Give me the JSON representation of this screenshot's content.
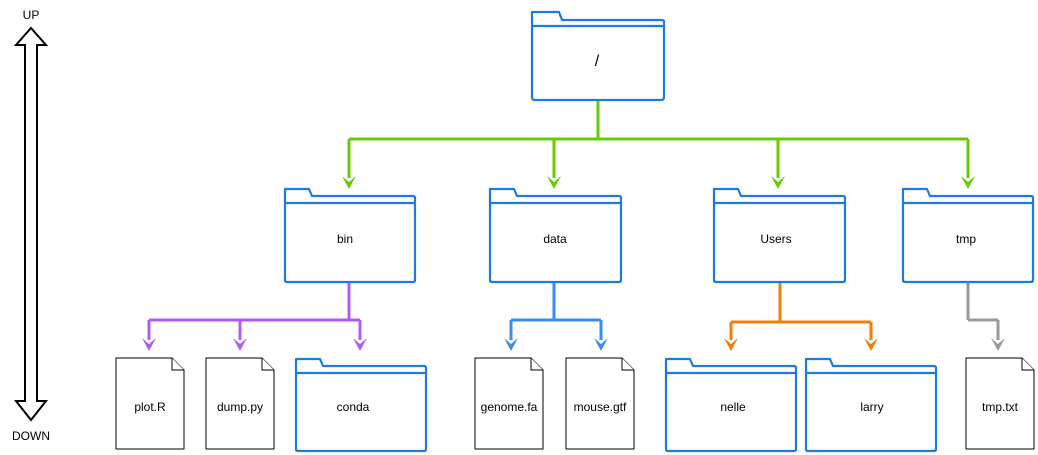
{
  "axis": {
    "up_label": "UP",
    "down_label": "DOWN"
  },
  "colors": {
    "folder": "#1f7ae0",
    "bin_branch": "#b05cf0",
    "data_branch": "#3a8ee6",
    "users_branch": "#f07f0a",
    "tmp_branch": "#999999",
    "root_branch": "#66cc00"
  },
  "tree": {
    "root": {
      "label": "/",
      "icon": "folder-icon"
    },
    "level1": [
      {
        "label": "bin",
        "icon": "folder-icon"
      },
      {
        "label": "data",
        "icon": "folder-icon"
      },
      {
        "label": "Users",
        "icon": "folder-icon"
      },
      {
        "label": "tmp",
        "icon": "folder-icon"
      }
    ],
    "level2": {
      "bin": [
        {
          "label": "plot.R",
          "icon": "file-icon"
        },
        {
          "label": "dump.py",
          "icon": "file-icon"
        },
        {
          "label": "conda",
          "icon": "folder-icon"
        }
      ],
      "data": [
        {
          "label": "genome.fa",
          "icon": "file-icon"
        },
        {
          "label": "mouse.gtf",
          "icon": "file-icon"
        }
      ],
      "Users": [
        {
          "label": "nelle",
          "icon": "folder-icon"
        },
        {
          "label": "larry",
          "icon": "folder-icon"
        }
      ],
      "tmp": [
        {
          "label": "tmp.txt",
          "icon": "file-icon"
        }
      ]
    }
  }
}
